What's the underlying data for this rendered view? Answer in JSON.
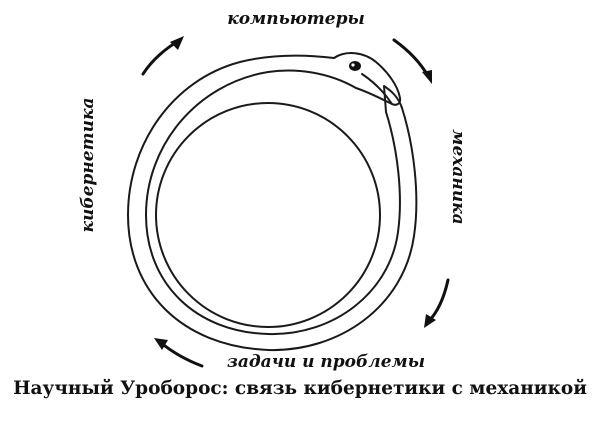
{
  "diagram": {
    "labels": {
      "top": "компьютеры",
      "right": "механика",
      "bottom": "задачи и проблемы",
      "left": "кибернетика"
    },
    "caption": "Научный Уроборос: связь кибернетики с механикой"
  },
  "colors": {
    "ink": "#111111",
    "background": "#ffffff"
  }
}
